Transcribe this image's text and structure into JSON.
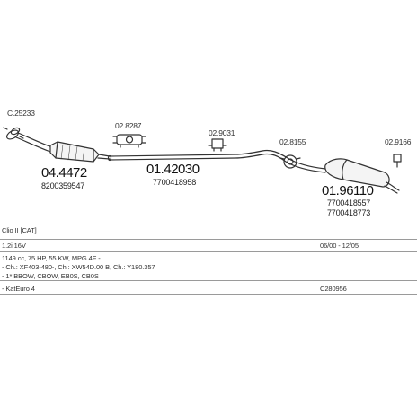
{
  "parts": [
    {
      "code": "C.25233"
    },
    {
      "code": "02.8287"
    },
    {
      "code": "02.9031"
    },
    {
      "code": "02.8155"
    },
    {
      "code": "02.9166"
    }
  ],
  "items": [
    {
      "number": "04.4472",
      "oe": [
        "8200359547"
      ]
    },
    {
      "number": "01.42030",
      "oe": [
        "7700418958"
      ]
    },
    {
      "number": "01.96110",
      "oe": [
        "7700418557",
        "7700418773"
      ]
    }
  ],
  "info": {
    "model": "Clio II [CAT]",
    "engine": "1.2i 16V",
    "years": "06/00 - 12/05",
    "specs": "1149 cc, 75 HP, 55 KW, MPG 4F -",
    "engine_codes": "- Ch.: XF403-480-, Ch.: XW54D.00 B, Ch.: Y180.357",
    "body_codes": "- 1* BBOW, CBOW, EB0S, CB0S",
    "euro": "- KatEuro 4",
    "ref": "C280956"
  }
}
